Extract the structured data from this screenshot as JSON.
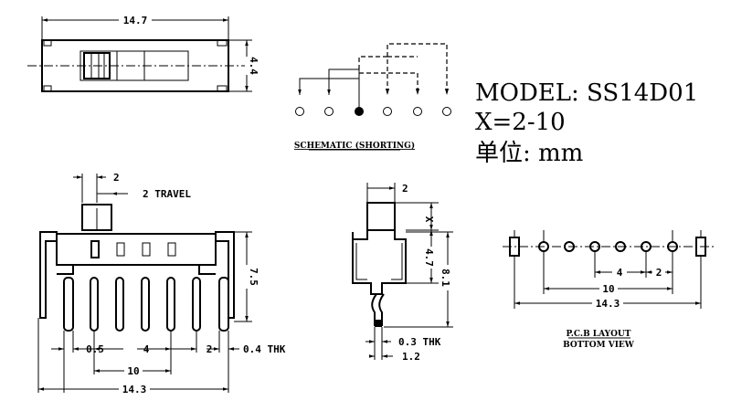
{
  "model": {
    "line1": "MODEL: SS14D01",
    "line2": "X=2-10",
    "line3": "单位: mm"
  },
  "schematic": {
    "caption": "SCHEMATIC (SHORTING)"
  },
  "top_view": {
    "length": "14.7",
    "height": "4.4"
  },
  "front_view": {
    "travel_width": "2",
    "travel_label": "2 TRAVEL",
    "height": "7.5",
    "pitch_first": "0.5",
    "pitch": "4",
    "pitch_last": "2",
    "thickness": "0.4 THK",
    "pin_span": "10",
    "total": "14.3"
  },
  "side_view": {
    "actuator_width": "2",
    "x_label": "X",
    "body_height": "4.7",
    "total_height": "8.1",
    "pin_thk": "0.3 THK",
    "pin_width": "1.2"
  },
  "pcb": {
    "pitch": "4",
    "pitch_small": "2",
    "span": "10",
    "total": "14.3",
    "caption1": "P.C.B LAYOUT",
    "caption2": "BOTTOM VIEW"
  }
}
